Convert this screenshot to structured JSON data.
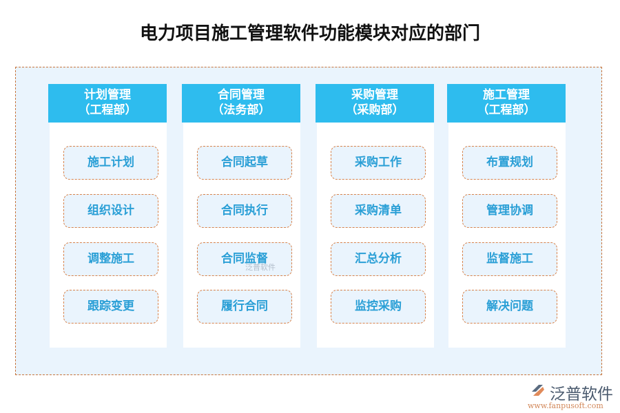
{
  "title": "电力项目施工管理软件功能模块对应的部门",
  "colors": {
    "header_bg": "#2ebcee",
    "item_text": "#2a9fd6",
    "dashed_border": "#d8824a",
    "panel_bg": "#eaf4fd"
  },
  "columns": [
    {
      "title": "计划管理",
      "department": "（工程部）",
      "items": [
        "施工计划",
        "组织设计",
        "调整施工",
        "跟踪变更"
      ]
    },
    {
      "title": "合同管理",
      "department": "（法务部）",
      "items": [
        "合同起草",
        "合同执行",
        "合同监督",
        "履行合同"
      ]
    },
    {
      "title": "采购管理",
      "department": "（采购部）",
      "items": [
        "采购工作",
        "采购清单",
        "汇总分析",
        "监控采购"
      ]
    },
    {
      "title": "施工管理",
      "department": "（工程部）",
      "items": [
        "布置规划",
        "管理协调",
        "监督施工",
        "解决问题"
      ]
    }
  ],
  "watermark": {
    "center_text": "泛普软件",
    "brand": "泛普软件",
    "url": "www.fanpusoft.com",
    "icon": "fanpu-logo-icon"
  }
}
